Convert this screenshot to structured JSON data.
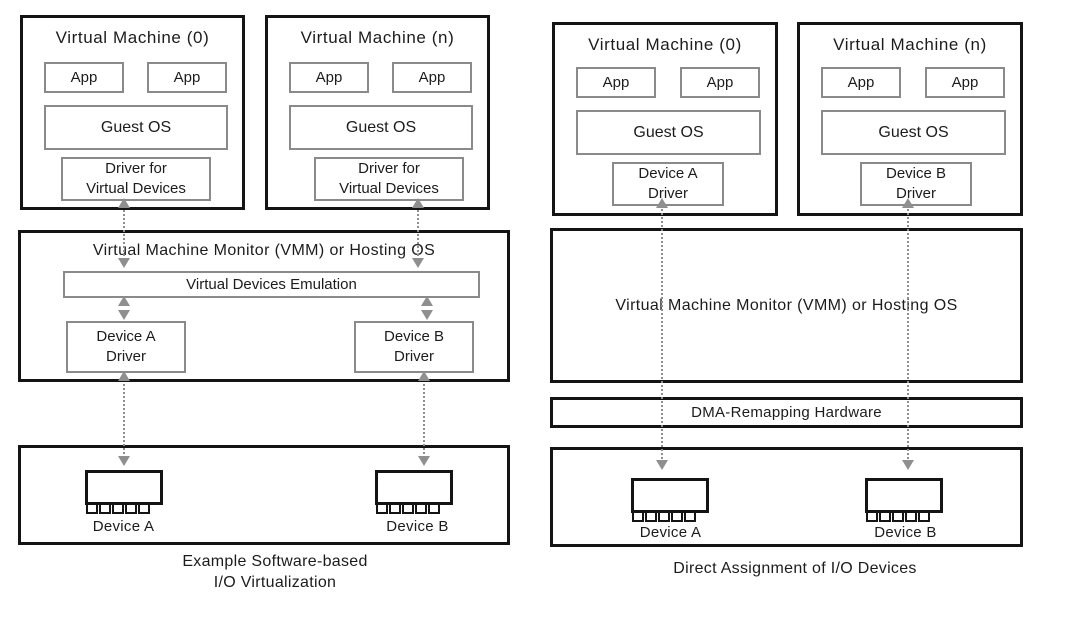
{
  "colors": {
    "background": "#ffffff",
    "outer_box_border": "#141414",
    "inner_box_border": "#8a8a8a",
    "arrow": "#8f8f8f",
    "text": "#1c1c1c"
  },
  "icons": {
    "device": "device-chip-icon"
  },
  "left_diagram": {
    "caption_line1": "Example Software-based",
    "caption_line2": "I/O Virtualization",
    "vms": [
      {
        "title": "Virtual Machine (0)",
        "apps": [
          "App",
          "App"
        ],
        "guest_os": "Guest OS",
        "driver_line1": "Driver for",
        "driver_line2": "Virtual Devices"
      },
      {
        "title": "Virtual Machine (n)",
        "apps": [
          "App",
          "App"
        ],
        "guest_os": "Guest OS",
        "driver_line1": "Driver for",
        "driver_line2": "Virtual Devices"
      }
    ],
    "vmm": {
      "title": "Virtual Machine Monitor (VMM) or Hosting OS",
      "emulation": "Virtual Devices Emulation",
      "drivers": [
        {
          "line1": "Device A",
          "line2": "Driver"
        },
        {
          "line1": "Device B",
          "line2": "Driver"
        }
      ]
    },
    "devices": [
      {
        "label": "Device A"
      },
      {
        "label": "Device B"
      }
    ]
  },
  "right_diagram": {
    "caption": "Direct Assignment of I/O Devices",
    "vms": [
      {
        "title": "Virtual Machine (0)",
        "apps": [
          "App",
          "App"
        ],
        "guest_os": "Guest OS",
        "driver_line1": "Device A",
        "driver_line2": "Driver"
      },
      {
        "title": "Virtual Machine (n)",
        "apps": [
          "App",
          "App"
        ],
        "guest_os": "Guest OS",
        "driver_line1": "Device B",
        "driver_line2": "Driver"
      }
    ],
    "vmm_title": "Virtual Machine Monitor (VMM) or Hosting OS",
    "dma": "DMA-Remapping Hardware",
    "devices": [
      {
        "label": "Device A"
      },
      {
        "label": "Device B"
      }
    ]
  }
}
